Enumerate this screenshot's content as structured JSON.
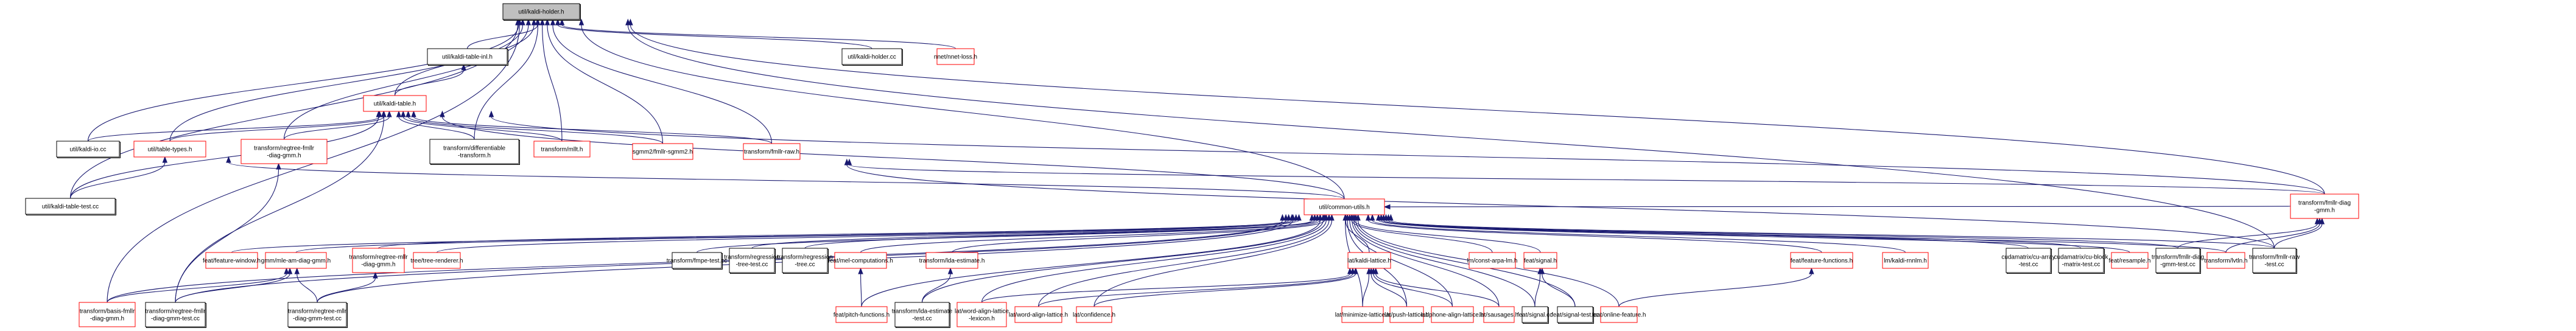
{
  "graph": {
    "title": "util/kaldi-holder.h include dependency graph",
    "legend": {
      "root_fill": "#bfbfbf",
      "documented_border": "#000000",
      "undocumented_border": "#ff0000",
      "edge_color": "#191970"
    },
    "nodes": [
      {
        "id": "kaldi_holder_h",
        "lines": [
          "util/kaldi-holder.h"
        ],
        "style": "root"
      },
      {
        "id": "kaldi_table_inl_h",
        "lines": [
          "util/kaldi-table-inl.h"
        ],
        "style": "black"
      },
      {
        "id": "kaldi_holder_cc",
        "lines": [
          "util/kaldi-holder.cc"
        ],
        "style": "black"
      },
      {
        "id": "nnet_loss_h",
        "lines": [
          "nnet/nnet-loss.h"
        ],
        "style": "red"
      },
      {
        "id": "kaldi_table_h",
        "lines": [
          "util/kaldi-table.h"
        ],
        "style": "red"
      },
      {
        "id": "kaldi_io_cc",
        "lines": [
          "util/kaldi-io.cc"
        ],
        "style": "black"
      },
      {
        "id": "table_types_h",
        "lines": [
          "util/table-types.h"
        ],
        "style": "red"
      },
      {
        "id": "regtree_fmllr_h",
        "lines": [
          "transform/regtree-fmllr",
          "-diag-gmm.h"
        ],
        "style": "red"
      },
      {
        "id": "differentiable_transform_h",
        "lines": [
          "transform/differentiable",
          "-transform.h"
        ],
        "style": "black"
      },
      {
        "id": "mllt_h",
        "lines": [
          "transform/mllt.h"
        ],
        "style": "red"
      },
      {
        "id": "fmllr_sgmm2_h",
        "lines": [
          "sgmm2/fmllr-sgmm2.h"
        ],
        "style": "red"
      },
      {
        "id": "fmllr_raw_h",
        "lines": [
          "transform/fmllr-raw.h"
        ],
        "style": "red"
      },
      {
        "id": "kaldi_table_test_cc",
        "lines": [
          "util/kaldi-table-test.cc"
        ],
        "style": "black"
      },
      {
        "id": "common_utils_h",
        "lines": [
          "util/common-utils.h"
        ],
        "style": "red"
      },
      {
        "id": "fmllr_diag_gmm_h",
        "lines": [
          "transform/fmllr-diag",
          "-gmm.h"
        ],
        "style": "red"
      },
      {
        "id": "feature_window_h",
        "lines": [
          "feat/feature-window.h"
        ],
        "style": "red"
      },
      {
        "id": "mle_am_diag_gmm_h",
        "lines": [
          "gmm/mle-am-diag-gmm.h"
        ],
        "style": "red"
      },
      {
        "id": "regtree_mllr_h",
        "lines": [
          "transform/regtree-mllr",
          "-diag-gmm.h"
        ],
        "style": "red"
      },
      {
        "id": "tree_renderer_h",
        "lines": [
          "tree/tree-renderer.h"
        ],
        "style": "red"
      },
      {
        "id": "fmpe_test_cc",
        "lines": [
          "transform/fmpe-test.cc"
        ],
        "style": "black"
      },
      {
        "id": "regression_tree_test_cc",
        "lines": [
          "transform/regression",
          "-tree-test.cc"
        ],
        "style": "black"
      },
      {
        "id": "regression_tree_cc",
        "lines": [
          "transform/regression",
          "-tree.cc"
        ],
        "style": "black"
      },
      {
        "id": "mel_computations_h",
        "lines": [
          "feat/mel-computations.h"
        ],
        "style": "red"
      },
      {
        "id": "lda_estimate_h",
        "lines": [
          "transform/lda-estimate.h"
        ],
        "style": "red"
      },
      {
        "id": "kaldi_lattice_h",
        "lines": [
          "lat/kaldi-lattice.h"
        ],
        "style": "red"
      },
      {
        "id": "const_arpa_lm_h",
        "lines": [
          "lm/const-arpa-lm.h"
        ],
        "style": "red"
      },
      {
        "id": "signal_h",
        "lines": [
          "feat/signal.h"
        ],
        "style": "red"
      },
      {
        "id": "feature_functions_h",
        "lines": [
          "feat/feature-functions.h"
        ],
        "style": "red"
      },
      {
        "id": "kaldi_rnnlm_h",
        "lines": [
          "lm/kaldi-rnnlm.h"
        ],
        "style": "red"
      },
      {
        "id": "cu_array_test_cc",
        "lines": [
          "cudamatrix/cu-array",
          "-test.cc"
        ],
        "style": "black"
      },
      {
        "id": "cu_block_matrix_test_cc",
        "lines": [
          "cudamatrix/cu-block",
          "-matrix-test.cc"
        ],
        "style": "black"
      },
      {
        "id": "resample_h",
        "lines": [
          "feat/resample.h"
        ],
        "style": "red"
      },
      {
        "id": "fmllr_diag_gmm_test_cc",
        "lines": [
          "transform/fmllr-diag",
          "-gmm-test.cc"
        ],
        "style": "black"
      },
      {
        "id": "lvtln_h",
        "lines": [
          "transform/lvtln.h"
        ],
        "style": "red"
      },
      {
        "id": "fmllr_raw_test_cc",
        "lines": [
          "transform/fmllr-raw",
          "-test.cc"
        ],
        "style": "black"
      },
      {
        "id": "basis_fmllr_h",
        "lines": [
          "transform/basis-fmllr",
          "-diag-gmm.h"
        ],
        "style": "red"
      },
      {
        "id": "regtree_fmllr_test_cc",
        "lines": [
          "transform/regtree-fmllr",
          "-diag-gmm-test.cc"
        ],
        "style": "black"
      },
      {
        "id": "regtree_mllr_test_cc",
        "lines": [
          "transform/regtree-mllr",
          "-diag-gmm-test.cc"
        ],
        "style": "black"
      },
      {
        "id": "pitch_functions_h",
        "lines": [
          "feat/pitch-functions.h"
        ],
        "style": "red"
      },
      {
        "id": "lda_estimate_test_cc",
        "lines": [
          "transform/lda-estimate",
          "-test.cc"
        ],
        "style": "black"
      },
      {
        "id": "word_align_lattice_lexicon_h",
        "lines": [
          "lat/word-align-lattice",
          "-lexicon.h"
        ],
        "style": "red"
      },
      {
        "id": "word_align_lattice_h",
        "lines": [
          "lat/word-align-lattice.h"
        ],
        "style": "red"
      },
      {
        "id": "confidence_h",
        "lines": [
          "lat/confidence.h"
        ],
        "style": "red"
      },
      {
        "id": "minimize_lattice_h",
        "lines": [
          "lat/minimize-lattice.h"
        ],
        "style": "red"
      },
      {
        "id": "push_lattice_h",
        "lines": [
          "lat/push-lattice.h"
        ],
        "style": "red"
      },
      {
        "id": "phone_align_lattice_h",
        "lines": [
          "lat/phone-align-lattice.h"
        ],
        "style": "red"
      },
      {
        "id": "sausages_h",
        "lines": [
          "lat/sausages.h"
        ],
        "style": "red"
      },
      {
        "id": "signal_cc",
        "lines": [
          "feat/signal.cc"
        ],
        "style": "black"
      },
      {
        "id": "signal_test_cc",
        "lines": [
          "feat/signal-test.cc"
        ],
        "style": "black"
      },
      {
        "id": "online_feature_h",
        "lines": [
          "feat/online-feature.h"
        ],
        "style": "red"
      }
    ],
    "edges": [
      [
        "kaldi_table_inl_h",
        "kaldi_holder_h"
      ],
      [
        "kaldi_holder_cc",
        "kaldi_holder_h"
      ],
      [
        "nnet_loss_h",
        "kaldi_holder_h"
      ],
      [
        "kaldi_table_h",
        "kaldi_holder_h"
      ],
      [
        "kaldi_table_h",
        "kaldi_table_inl_h"
      ],
      [
        "kaldi_io_cc",
        "kaldi_holder_h"
      ],
      [
        "table_types_h",
        "kaldi_holder_h"
      ],
      [
        "regtree_fmllr_h",
        "kaldi_holder_h"
      ],
      [
        "differentiable_transform_h",
        "kaldi_holder_h"
      ],
      [
        "mllt_h",
        "kaldi_holder_h"
      ],
      [
        "fmllr_sgmm2_h",
        "kaldi_holder_h"
      ],
      [
        "fmllr_raw_h",
        "kaldi_holder_h"
      ],
      [
        "kaldi_table_test_cc",
        "kaldi_holder_h"
      ],
      [
        "common_utils_h",
        "kaldi_holder_h"
      ],
      [
        "fmllr_diag_gmm_h",
        "kaldi_holder_h"
      ],
      [
        "basis_fmllr_h",
        "kaldi_holder_h"
      ],
      [
        "fmllr_raw_test_cc",
        "kaldi_holder_h"
      ],
      [
        "kaldi_io_cc",
        "kaldi_table_h"
      ],
      [
        "table_types_h",
        "kaldi_table_h"
      ],
      [
        "regtree_fmllr_h",
        "kaldi_table_h"
      ],
      [
        "differentiable_transform_h",
        "kaldi_table_h"
      ],
      [
        "mllt_h",
        "kaldi_table_h"
      ],
      [
        "fmllr_sgmm2_h",
        "kaldi_table_h"
      ],
      [
        "fmllr_raw_h",
        "kaldi_table_h"
      ],
      [
        "kaldi_table_test_cc",
        "kaldi_table_h"
      ],
      [
        "common_utils_h",
        "kaldi_table_h"
      ],
      [
        "fmllr_diag_gmm_h",
        "kaldi_table_h"
      ],
      [
        "regtree_fmllr_test_cc",
        "kaldi_table_h"
      ],
      [
        "kaldi_table_test_cc",
        "table_types_h"
      ],
      [
        "common_utils_h",
        "table_types_h"
      ],
      [
        "regtree_fmllr_test_cc",
        "regtree_fmllr_h"
      ],
      [
        "fmllr_raw_test_cc",
        "fmllr_raw_h"
      ],
      [
        "fmllr_diag_gmm_h",
        "fmllr_raw_h"
      ],
      [
        "fmllr_diag_gmm_h",
        "common_utils_h"
      ],
      [
        "feature_window_h",
        "common_utils_h"
      ],
      [
        "mle_am_diag_gmm_h",
        "common_utils_h"
      ],
      [
        "regtree_mllr_h",
        "common_utils_h"
      ],
      [
        "tree_renderer_h",
        "common_utils_h"
      ],
      [
        "fmpe_test_cc",
        "common_utils_h"
      ],
      [
        "regression_tree_test_cc",
        "common_utils_h"
      ],
      [
        "regression_tree_cc",
        "common_utils_h"
      ],
      [
        "mel_computations_h",
        "common_utils_h"
      ],
      [
        "lda_estimate_h",
        "common_utils_h"
      ],
      [
        "kaldi_lattice_h",
        "common_utils_h"
      ],
      [
        "const_arpa_lm_h",
        "common_utils_h"
      ],
      [
        "signal_h",
        "common_utils_h"
      ],
      [
        "feature_functions_h",
        "common_utils_h"
      ],
      [
        "kaldi_rnnlm_h",
        "common_utils_h"
      ],
      [
        "cu_array_test_cc",
        "common_utils_h"
      ],
      [
        "cu_block_matrix_test_cc",
        "common_utils_h"
      ],
      [
        "resample_h",
        "common_utils_h"
      ],
      [
        "fmllr_diag_gmm_test_cc",
        "common_utils_h"
      ],
      [
        "lvtln_h",
        "common_utils_h"
      ],
      [
        "fmllr_raw_test_cc",
        "common_utils_h"
      ],
      [
        "basis_fmllr_h",
        "common_utils_h"
      ],
      [
        "regtree_fmllr_test_cc",
        "common_utils_h"
      ],
      [
        "regtree_mllr_test_cc",
        "common_utils_h"
      ],
      [
        "pitch_functions_h",
        "common_utils_h"
      ],
      [
        "lda_estimate_test_cc",
        "common_utils_h"
      ],
      [
        "word_align_lattice_lexicon_h",
        "common_utils_h"
      ],
      [
        "word_align_lattice_h",
        "common_utils_h"
      ],
      [
        "confidence_h",
        "common_utils_h"
      ],
      [
        "minimize_lattice_h",
        "common_utils_h"
      ],
      [
        "push_lattice_h",
        "common_utils_h"
      ],
      [
        "phone_align_lattice_h",
        "common_utils_h"
      ],
      [
        "sausages_h",
        "common_utils_h"
      ],
      [
        "signal_cc",
        "common_utils_h"
      ],
      [
        "signal_test_cc",
        "common_utils_h"
      ],
      [
        "online_feature_h",
        "common_utils_h"
      ],
      [
        "basis_fmllr_h",
        "mle_am_diag_gmm_h"
      ],
      [
        "regtree_fmllr_test_cc",
        "mle_am_diag_gmm_h"
      ],
      [
        "regtree_mllr_test_cc",
        "mle_am_diag_gmm_h"
      ],
      [
        "regtree_mllr_test_cc",
        "regtree_mllr_h"
      ],
      [
        "pitch_functions_h",
        "mel_computations_h"
      ],
      [
        "lda_estimate_test_cc",
        "lda_estimate_h"
      ],
      [
        "word_align_lattice_lexicon_h",
        "kaldi_lattice_h"
      ],
      [
        "word_align_lattice_h",
        "kaldi_lattice_h"
      ],
      [
        "confidence_h",
        "kaldi_lattice_h"
      ],
      [
        "minimize_lattice_h",
        "kaldi_lattice_h"
      ],
      [
        "push_lattice_h",
        "kaldi_lattice_h"
      ],
      [
        "phone_align_lattice_h",
        "kaldi_lattice_h"
      ],
      [
        "sausages_h",
        "kaldi_lattice_h"
      ],
      [
        "signal_cc",
        "signal_h"
      ],
      [
        "signal_test_cc",
        "signal_h"
      ],
      [
        "online_feature_h",
        "feature_functions_h"
      ],
      [
        "fmllr_diag_gmm_test_cc",
        "fmllr_diag_gmm_h"
      ],
      [
        "lvtln_h",
        "fmllr_diag_gmm_h"
      ],
      [
        "fmllr_raw_test_cc",
        "fmllr_diag_gmm_h"
      ]
    ]
  }
}
